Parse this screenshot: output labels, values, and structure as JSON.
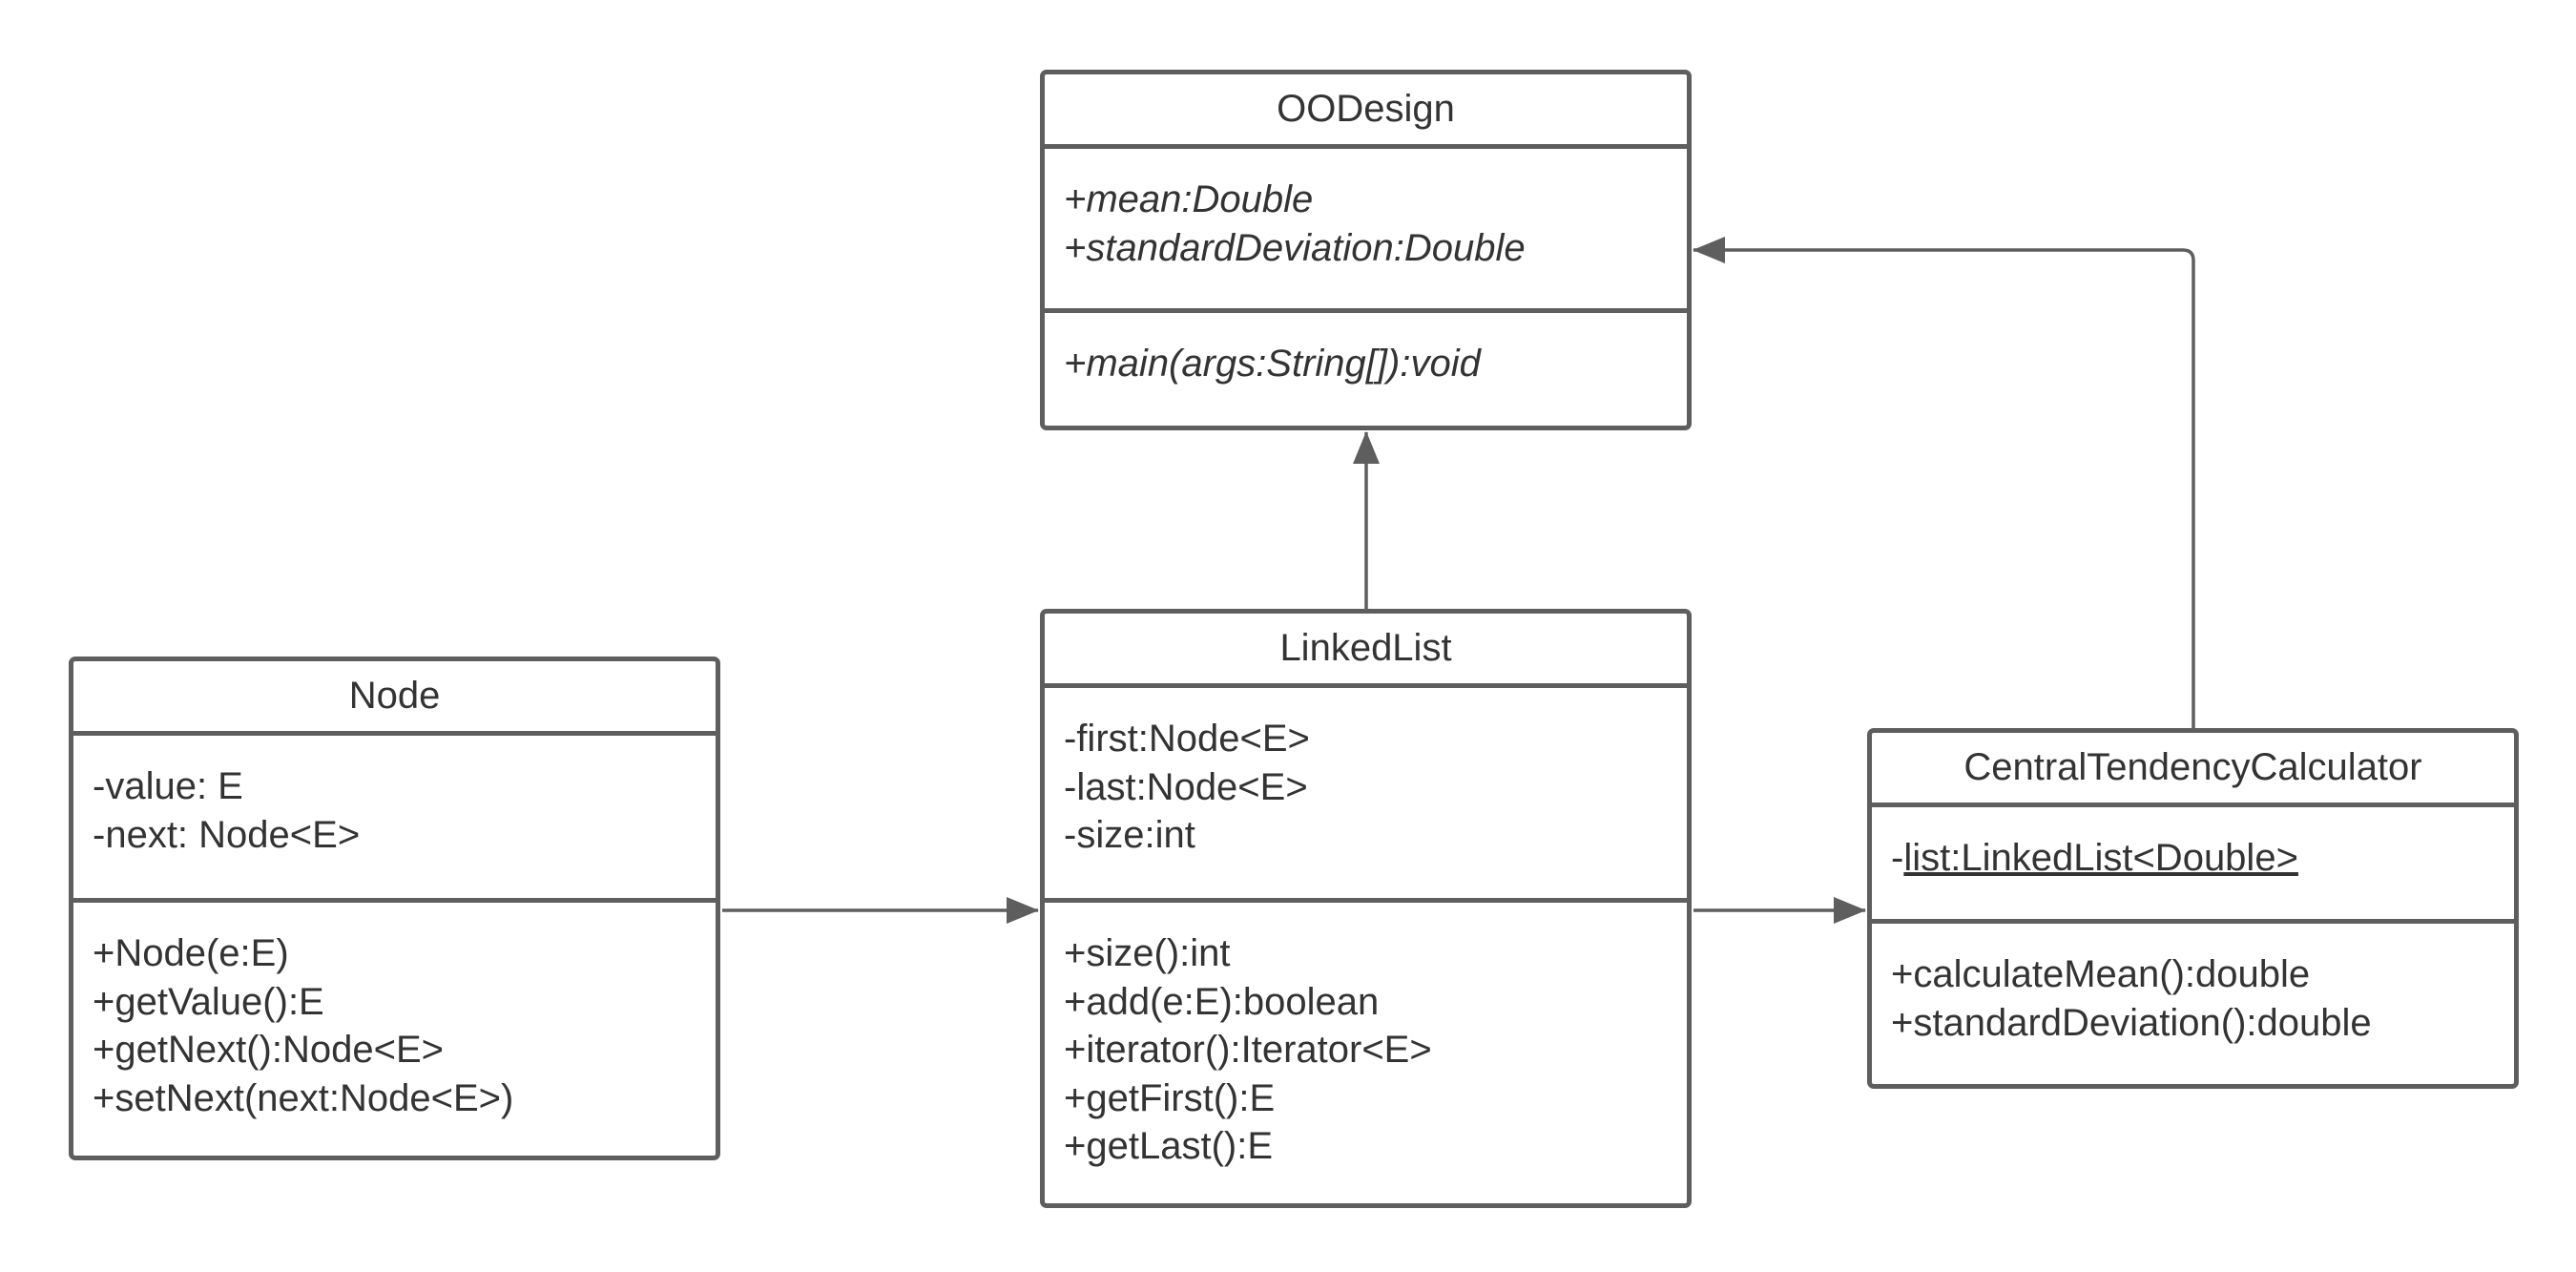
{
  "colors": {
    "line": "#5e5e5e",
    "text": "#333333",
    "background": "#ffffff"
  },
  "classes": {
    "oodesign": {
      "name": "OODesign",
      "attributes": [
        "+mean:Double",
        "+standardDeviation:Double"
      ],
      "operations": [
        "+main(args:String[]):void"
      ]
    },
    "linkedlist": {
      "name": "LinkedList",
      "attributes": [
        "-first:Node<E>",
        "-last:Node<E>",
        "-size:int"
      ],
      "operations": [
        "+size():int",
        "+add(e:E):boolean",
        "+iterator():Iterator<E>",
        "+getFirst():E",
        "+getLast():E"
      ]
    },
    "node": {
      "name": "Node",
      "attributes": [
        "-value: E",
        "-next: Node<E>"
      ],
      "operations": [
        "+Node(e:E)",
        "+getValue():E",
        "+getNext():Node<E>",
        "+setNext(next:Node<E>)"
      ]
    },
    "ctc": {
      "name": "CentralTendencyCalculator",
      "attribute_prefix": "-",
      "attribute_static": "list:LinkedList<Double>",
      "operations": [
        "+calculateMean():double",
        "+standardDeviation():double"
      ]
    }
  },
  "relationships": [
    {
      "from": "Node",
      "to": "LinkedList",
      "arrow": "filled-triangle"
    },
    {
      "from": "LinkedList",
      "to": "OODesign",
      "arrow": "filled-triangle"
    },
    {
      "from": "LinkedList",
      "to": "CentralTendencyCalculator",
      "arrow": "filled-triangle"
    },
    {
      "from": "CentralTendencyCalculator",
      "to": "OODesign",
      "arrow": "filled-triangle"
    }
  ]
}
